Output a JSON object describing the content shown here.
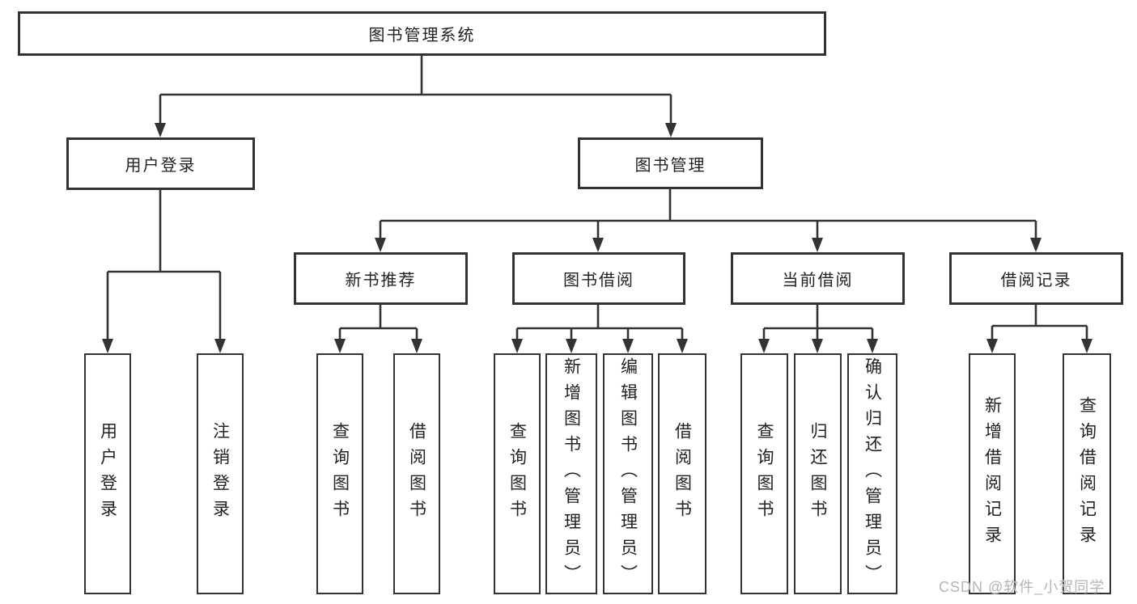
{
  "tree": {
    "root": "图书管理系统",
    "branches": [
      {
        "label": "用户登录",
        "children": [
          "用户登录",
          "注销登录"
        ]
      },
      {
        "label": "图书管理",
        "groups": [
          {
            "label": "新书推荐",
            "children": [
              "查询图书",
              "借阅图书"
            ]
          },
          {
            "label": "图书借阅",
            "children": [
              "查询图书",
              "新增图书（管理员）",
              "编辑图书（管理员）",
              "借阅图书"
            ]
          },
          {
            "label": "当前借阅",
            "children": [
              "查询图书",
              "归还图书",
              "确认归还（管理员）"
            ]
          },
          {
            "label": "借阅记录",
            "children": [
              "新增借阅记录",
              "查询借阅记录"
            ]
          }
        ]
      }
    ]
  },
  "watermark": "CSDN @软件_小贺同学",
  "colors": {
    "line": "#333333",
    "box_border": "#333333",
    "text": "#222222",
    "background": "#ffffff",
    "watermark": "#b5b5b5"
  }
}
